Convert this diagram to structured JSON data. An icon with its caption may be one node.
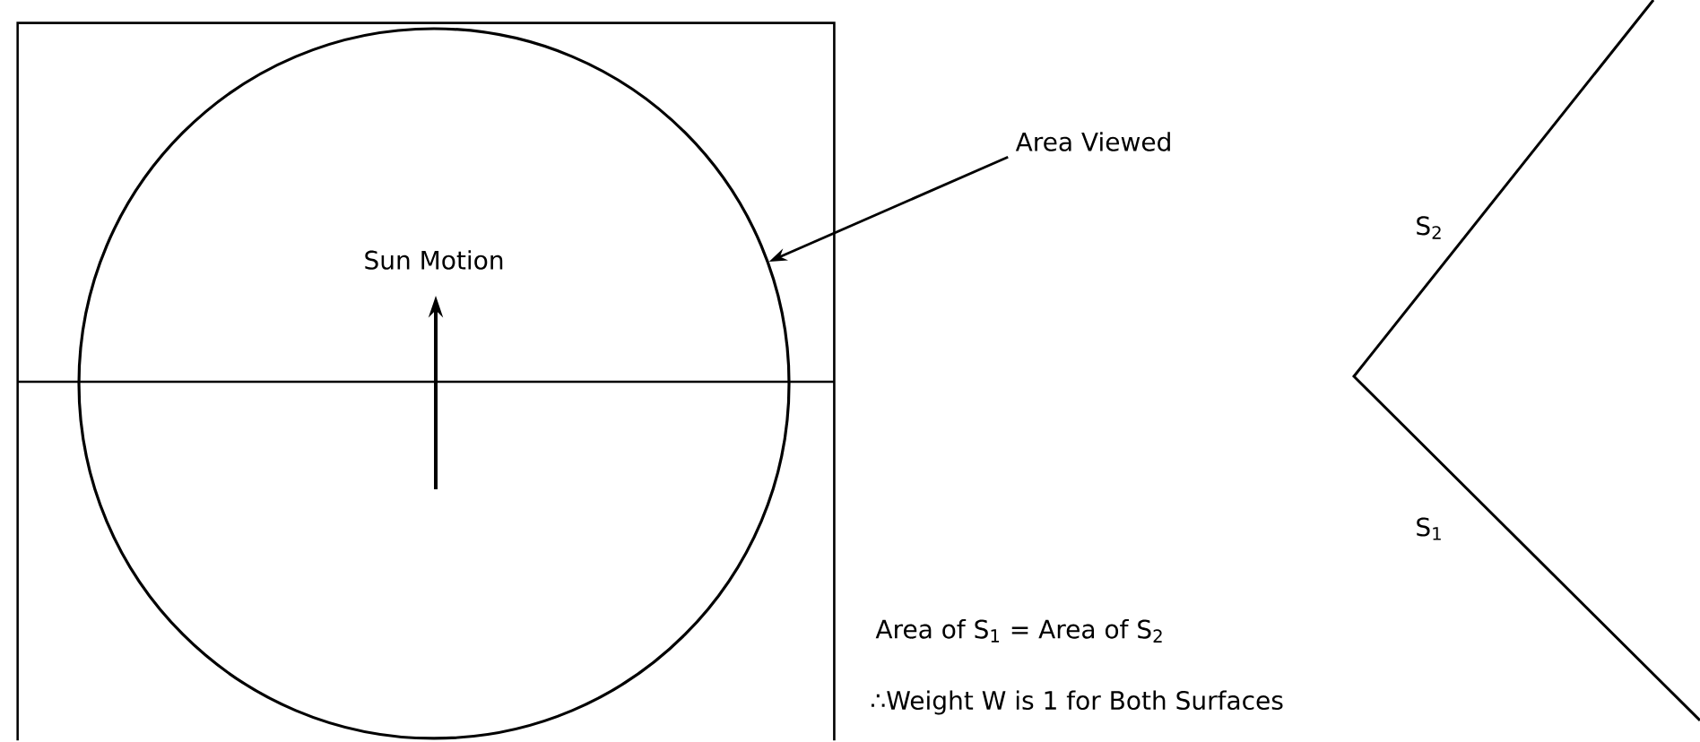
{
  "diagram": {
    "nodes": [
      {
        "text": [],
        "shape": "box"
      },
      {
        "text": [],
        "shape": "circle",
        "in": 0
      },
      {
        "text": [
          "Area Viewed"
        ]
      }
    ],
    "edges": [
      {
        "from": 2,
        "to": 1,
        "arrow": "to"
      }
    ],
    "labels": [
      "Sun Motion",
      "S$_{2}$",
      "S$_{1}$",
      "Area of S$_{1}$ = Area of S$_{2}$",
      "∴Weight W is 1 for Both Surfaces"
    ]
  }
}
